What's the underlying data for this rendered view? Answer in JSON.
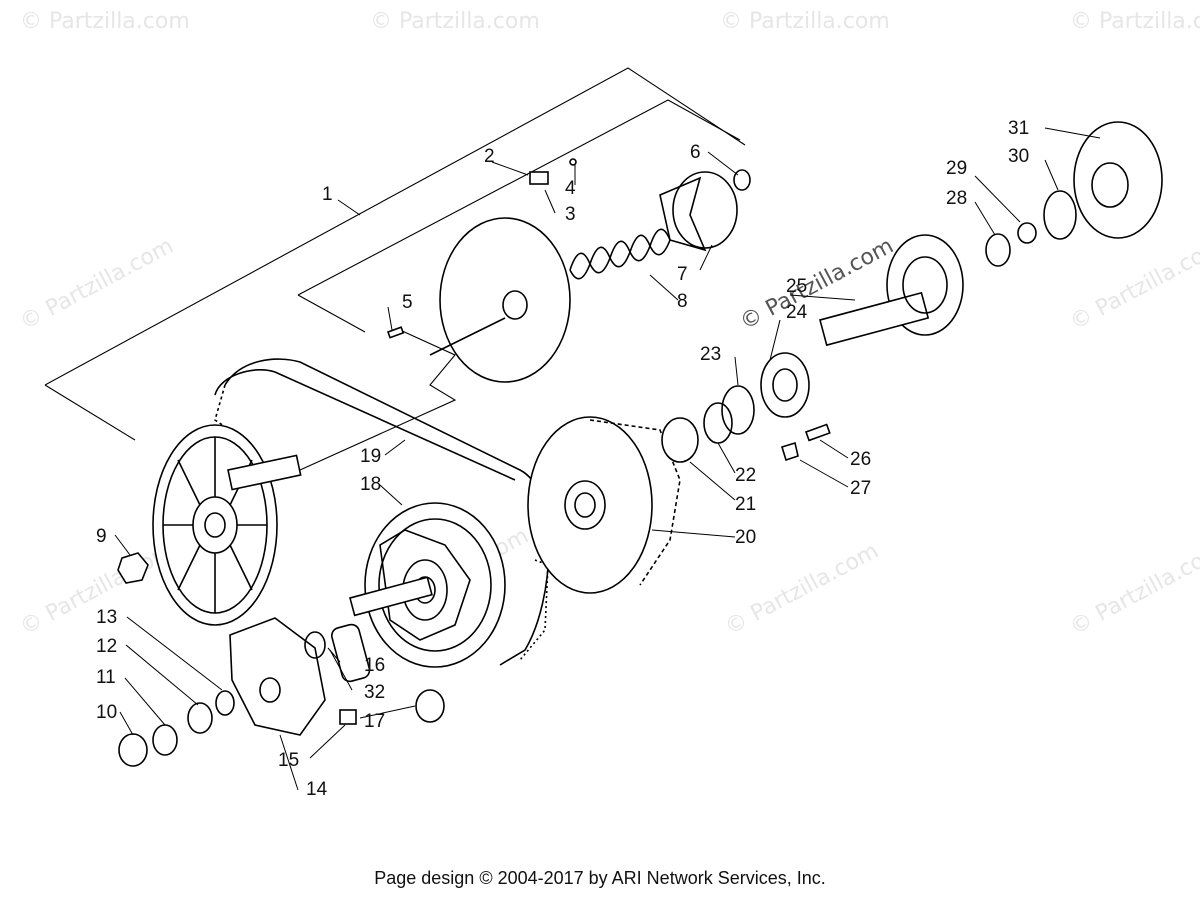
{
  "watermark": "© Partzilla.com",
  "footer": "Page design © 2004-2017 by ARI Network Services, Inc.",
  "callouts": [
    "1",
    "2",
    "3",
    "4",
    "5",
    "6",
    "7",
    "8",
    "9",
    "10",
    "11",
    "12",
    "13",
    "14",
    "15",
    "16",
    "17",
    "18",
    "19",
    "20",
    "21",
    "22",
    "23",
    "24",
    "25",
    "26",
    "27",
    "28",
    "29",
    "30",
    "31",
    "32"
  ]
}
